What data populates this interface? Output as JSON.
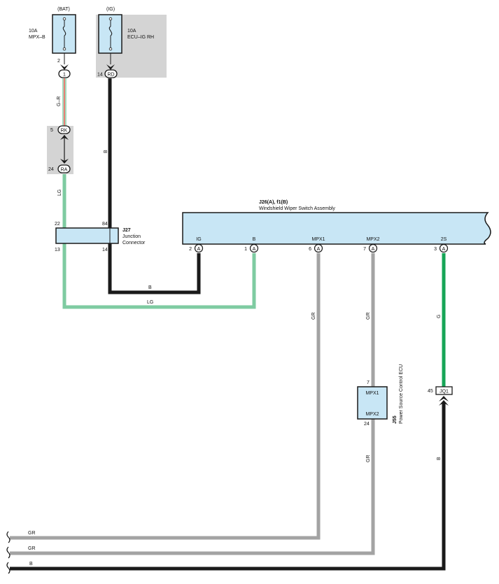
{
  "colors": {
    "wire_black": "#1a1a1a",
    "wire_gray": "#a3a3a3",
    "wire_lightgreen": "#7ecba1",
    "wire_green": "#16a556",
    "component_fill": "#c8e6f5",
    "shade": "#d4d4d4",
    "wire_red": "#e0463c"
  },
  "fuses": {
    "bat": {
      "supply": "(BAT)",
      "rating": "10A",
      "name": "MPX–B",
      "pin": "2",
      "terminal": "1"
    },
    "ig": {
      "supply": "(IG)",
      "rating": "10A",
      "name": "ECU–IG RH",
      "pin": "14",
      "terminal": "RD"
    }
  },
  "connector_rk": {
    "pin": "5",
    "terminal": "RK"
  },
  "connector_ra": {
    "pin": "24",
    "terminal": "RA"
  },
  "junction": {
    "id": "J27",
    "name_line1": "Junction",
    "name_line2": "Connector",
    "pin_tl": "22",
    "pin_tr": "84",
    "pin_bl": "13",
    "pin_br": "14"
  },
  "wiper_switch": {
    "id": "J26(A), f1(B)",
    "name": "Windshield Wiper Switch Assembly",
    "pins": [
      {
        "label": "IG",
        "pin": "2",
        "conn": "A"
      },
      {
        "label": "B",
        "pin": "1",
        "conn": "A"
      },
      {
        "label": "MPX1",
        "pin": "6",
        "conn": "A"
      },
      {
        "label": "MPX2",
        "pin": "7",
        "conn": "A"
      },
      {
        "label": "2S",
        "pin": "3",
        "conn": "A"
      }
    ]
  },
  "ecu": {
    "id": "J55",
    "name": "Power Source Control ECU",
    "pin_top": "7",
    "pin_top_label": "MPX1",
    "pin_bottom": "24",
    "pin_bottom_label": "MPX2"
  },
  "jq1": {
    "pin": "45",
    "terminal": "JQ1"
  },
  "wire_labels": {
    "gr_fuse": "G–R",
    "b_ig": "B",
    "lg_ra": "LG",
    "b_bottom": "B",
    "lg_bottom": "LG",
    "gr_mpx1": "GR",
    "gr_mpx2": "GR",
    "g_2s": "G",
    "gr_ecu": "GR",
    "b_jq1": "B",
    "gr_out1": "GR",
    "gr_out2": "GR",
    "b_out": "B"
  }
}
